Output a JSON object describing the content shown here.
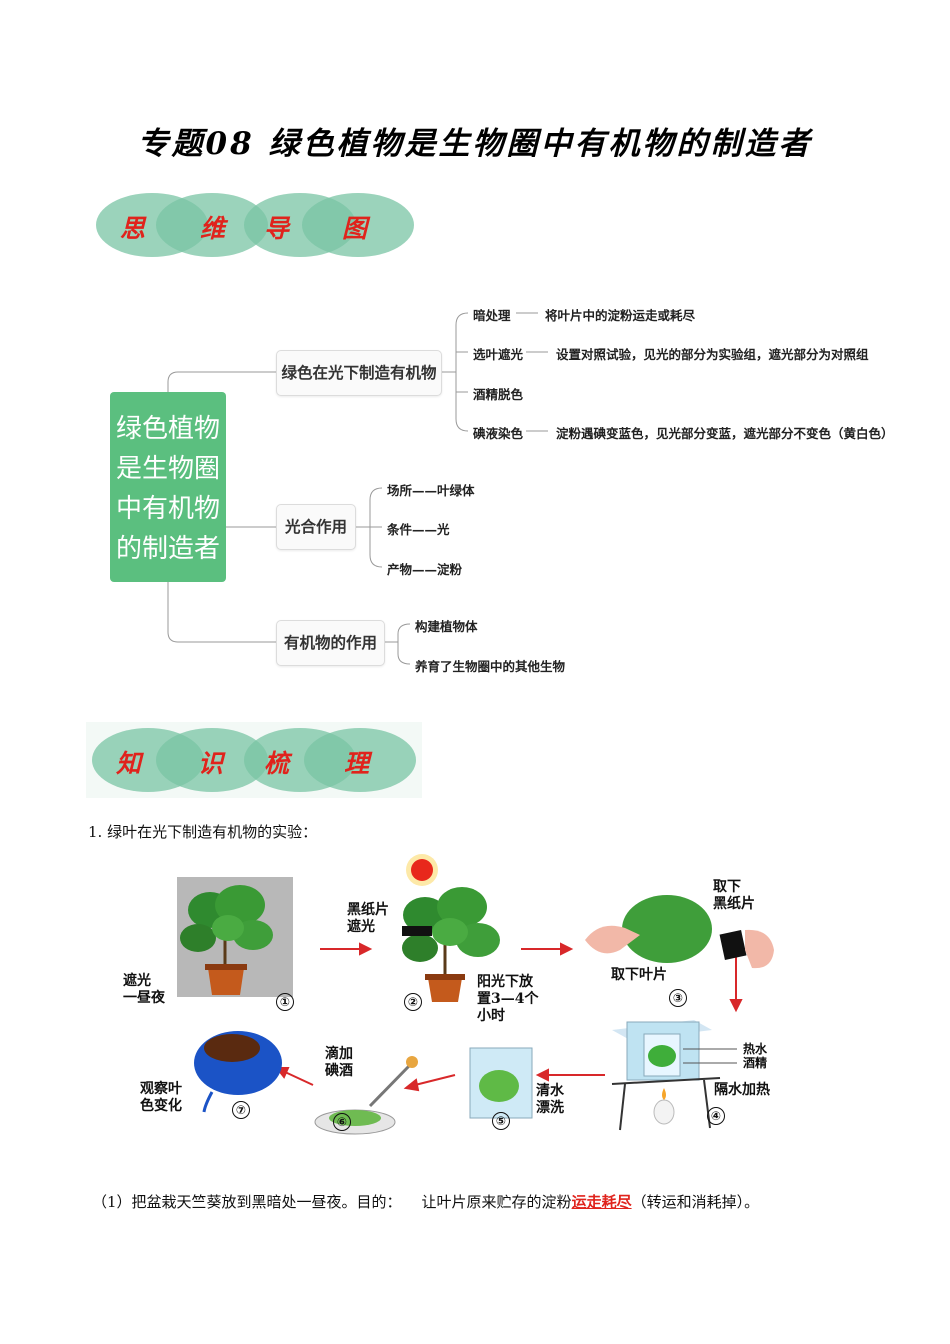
{
  "title": "专题08 绿色植物是生物圈中有机物的制造者",
  "banner1": {
    "chars": [
      "思",
      "维",
      "导",
      "图"
    ]
  },
  "banner2": {
    "chars": [
      "知",
      "识",
      "梳",
      "理"
    ]
  },
  "mindmap": {
    "root": [
      "绿色植物",
      "是生物圈",
      "中有机物",
      "的制造者"
    ],
    "branches": [
      {
        "label": "绿色在光下制造有机物",
        "items": [
          {
            "label": "暗处理",
            "desc": "将叶片中的淀粉运走或耗尽"
          },
          {
            "label": "选叶遮光",
            "desc": "设置对照试验，见光的部分为实验组，遮光部分为对照组"
          },
          {
            "label": "酒精脱色",
            "desc": ""
          },
          {
            "label": "碘液染色",
            "desc": "淀粉遇碘变蓝色，见光部分变蓝，遮光部分不变色（黄白色）"
          }
        ]
      },
      {
        "label": "光合作用",
        "items": [
          {
            "label": "场所——叶绿体"
          },
          {
            "label": "条件——光"
          },
          {
            "label": "产物——淀粉"
          }
        ]
      },
      {
        "label": "有机物的作用",
        "items": [
          {
            "label": "构建植物体"
          },
          {
            "label": "养育了生物圈中的其他生物"
          }
        ]
      }
    ]
  },
  "section1": {
    "heading": "1. 绿叶在光下制造有机物的实验："
  },
  "figure": {
    "labels": {
      "shade": "遮光\n一昼夜",
      "black_paper": "黑纸片\n遮光",
      "sunlight": "阳光下放\n置3—4个\n小时",
      "take_leaf": "取下叶片",
      "remove_paper": "取下\n黑纸片",
      "hot_water": "热水",
      "alcohol": "酒精",
      "water_bath": "隔水加热",
      "rinse": "清水\n漂洗",
      "iodine": "滴加\n碘酒",
      "observe": "观察叶\n色变化"
    },
    "steps": [
      "①",
      "②",
      "③",
      "④",
      "⑤",
      "⑥",
      "⑦"
    ]
  },
  "paragraph1": {
    "prefix": "（1）把盆栽天竺葵放到黑暗处一昼夜。目的：",
    "middle": "让叶片原来贮存的淀粉",
    "highlight": "运走耗尽",
    "suffix": "（转运和消耗掉）。"
  }
}
